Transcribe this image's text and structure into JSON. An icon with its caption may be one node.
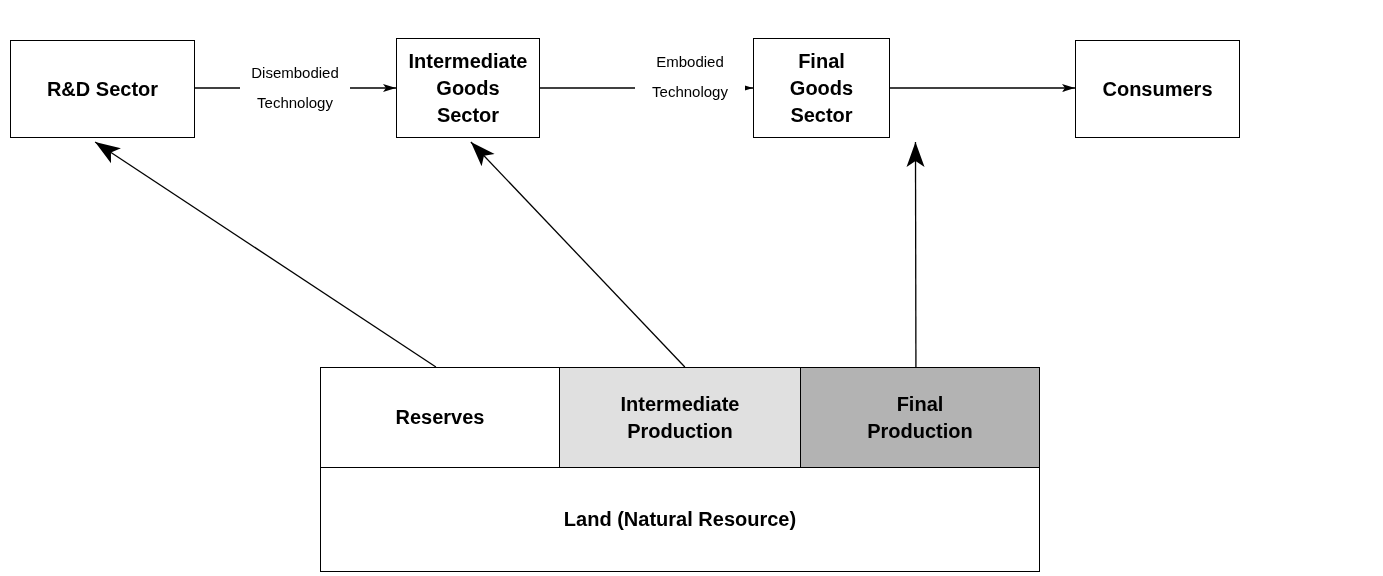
{
  "diagram": {
    "nodes": [
      {
        "text": [
          "R&D Sector"
        ]
      },
      {
        "text": [
          "Intermediate Goods Sector"
        ]
      },
      {
        "text": [
          "Final Goods Sector"
        ]
      },
      {
        "text": [
          "Consumers"
        ]
      },
      {
        "text": [
          "Reserves"
        ]
      },
      {
        "text": [
          "Intermediate Production"
        ]
      },
      {
        "text": [
          "Final Production"
        ]
      },
      {
        "text": [
          "Land (Natural Resource)"
        ]
      }
    ],
    "edges": [
      {
        "from": 0,
        "to": 1,
        "arrow": "to",
        "label": "Disembodied Technology"
      },
      {
        "from": 1,
        "to": 2,
        "arrow": "to",
        "label": "Embodied Technology"
      },
      {
        "from": 2,
        "to": 3,
        "arrow": "to"
      },
      {
        "from": 4,
        "to": 0,
        "arrow": "to"
      },
      {
        "from": 5,
        "to": 1,
        "arrow": "to"
      },
      {
        "from": 6,
        "to": 2,
        "arrow": "to"
      }
    ]
  }
}
